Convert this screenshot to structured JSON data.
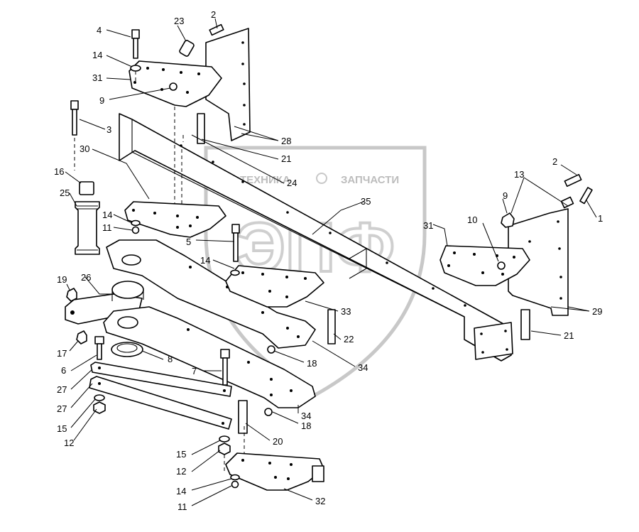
{
  "watermark": {
    "text_left": "ТЕХНИКА",
    "text_right": "ЗАПЧАСТИ",
    "logo": "ЭПФ",
    "color": "#c4c4c4"
  },
  "callouts": [
    {
      "id": "c1",
      "label": "1"
    },
    {
      "id": "c2a",
      "label": "2"
    },
    {
      "id": "c2b",
      "label": "2"
    },
    {
      "id": "c3",
      "label": "3"
    },
    {
      "id": "c4",
      "label": "4"
    },
    {
      "id": "c5",
      "label": "5"
    },
    {
      "id": "c6",
      "label": "6"
    },
    {
      "id": "c7",
      "label": "7"
    },
    {
      "id": "c8",
      "label": "8"
    },
    {
      "id": "c9a",
      "label": "9"
    },
    {
      "id": "c9b",
      "label": "9"
    },
    {
      "id": "c10",
      "label": "10"
    },
    {
      "id": "c11a",
      "label": "11"
    },
    {
      "id": "c11b",
      "label": "11"
    },
    {
      "id": "c12a",
      "label": "12"
    },
    {
      "id": "c12b",
      "label": "12"
    },
    {
      "id": "c13",
      "label": "13"
    },
    {
      "id": "c14a",
      "label": "14"
    },
    {
      "id": "c14b",
      "label": "14"
    },
    {
      "id": "c14c",
      "label": "14"
    },
    {
      "id": "c14d",
      "label": "14"
    },
    {
      "id": "c15a",
      "label": "15"
    },
    {
      "id": "c15b",
      "label": "15"
    },
    {
      "id": "c16",
      "label": "16"
    },
    {
      "id": "c17",
      "label": "17"
    },
    {
      "id": "c18a",
      "label": "18"
    },
    {
      "id": "c18b",
      "label": "18"
    },
    {
      "id": "c19",
      "label": "19"
    },
    {
      "id": "c20",
      "label": "20"
    },
    {
      "id": "c21a",
      "label": "21"
    },
    {
      "id": "c21b",
      "label": "21"
    },
    {
      "id": "c22",
      "label": "22"
    },
    {
      "id": "c23",
      "label": "23"
    },
    {
      "id": "c24",
      "label": "24"
    },
    {
      "id": "c25",
      "label": "25"
    },
    {
      "id": "c26",
      "label": "26"
    },
    {
      "id": "c27a",
      "label": "27"
    },
    {
      "id": "c27b",
      "label": "27"
    },
    {
      "id": "c28",
      "label": "28"
    },
    {
      "id": "c29",
      "label": "29"
    },
    {
      "id": "c30",
      "label": "30"
    },
    {
      "id": "c31a",
      "label": "31"
    },
    {
      "id": "c31b",
      "label": "31"
    },
    {
      "id": "c32",
      "label": "32"
    },
    {
      "id": "c33",
      "label": "33"
    },
    {
      "id": "c34a",
      "label": "34"
    },
    {
      "id": "c34b",
      "label": "34"
    },
    {
      "id": "c35",
      "label": "35"
    }
  ]
}
